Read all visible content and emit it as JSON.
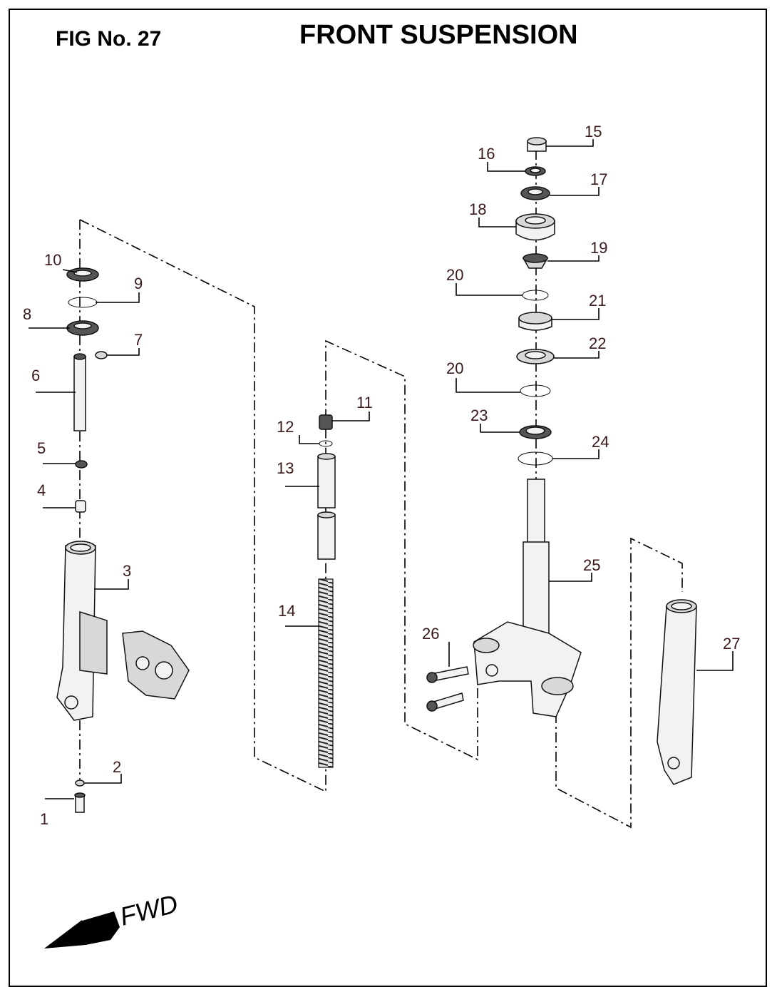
{
  "header": {
    "fig_no": "FIG No. 27",
    "title": "FRONT SUSPENSION"
  },
  "direction": {
    "label": "FWD"
  },
  "parts": [
    {
      "n": "1"
    },
    {
      "n": "2"
    },
    {
      "n": "3"
    },
    {
      "n": "4"
    },
    {
      "n": "5"
    },
    {
      "n": "6"
    },
    {
      "n": "7"
    },
    {
      "n": "8"
    },
    {
      "n": "9"
    },
    {
      "n": "10"
    },
    {
      "n": "11"
    },
    {
      "n": "12"
    },
    {
      "n": "13"
    },
    {
      "n": "14"
    },
    {
      "n": "15"
    },
    {
      "n": "16"
    },
    {
      "n": "17"
    },
    {
      "n": "18"
    },
    {
      "n": "19"
    },
    {
      "n": "20"
    },
    {
      "n": "21"
    },
    {
      "n": "22"
    },
    {
      "n": "20"
    },
    {
      "n": "23"
    },
    {
      "n": "24"
    },
    {
      "n": "25"
    },
    {
      "n": "26"
    },
    {
      "n": "27"
    }
  ]
}
